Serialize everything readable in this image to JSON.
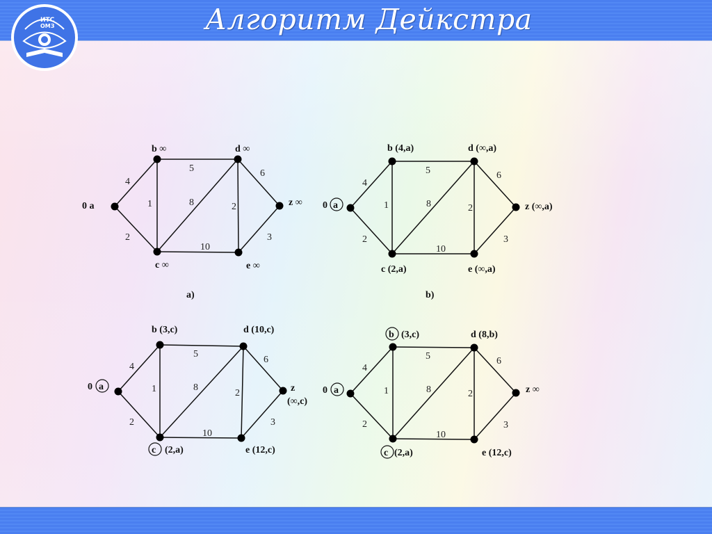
{
  "header": {
    "title": "Алгоритм Дейкстра",
    "logo_text_line1": "ИТС",
    "logo_text_line2": "ОМЗ"
  },
  "colors": {
    "header_blue": "#4a7ff0",
    "edge": "#111111",
    "node": "#000000"
  },
  "edges": [
    {
      "from": "a",
      "to": "b",
      "w": "4"
    },
    {
      "from": "a",
      "to": "c",
      "w": "2"
    },
    {
      "from": "b",
      "to": "c",
      "w": "1"
    },
    {
      "from": "b",
      "to": "d",
      "w": "5"
    },
    {
      "from": "c",
      "to": "d",
      "w": "8"
    },
    {
      "from": "c",
      "to": "e",
      "w": "10"
    },
    {
      "from": "d",
      "to": "e",
      "w": "2"
    },
    {
      "from": "d",
      "to": "z",
      "w": "6"
    },
    {
      "from": "e",
      "to": "z",
      "w": "3"
    }
  ],
  "graphs": [
    {
      "caption": "a)",
      "labels": {
        "a": "0  a",
        "b": "b  ∞",
        "c": "c ∞",
        "d": "d  ∞",
        "e": "e ∞",
        "z": "z ∞"
      },
      "circled": []
    },
    {
      "caption": "b)",
      "labels": {
        "a_prefix": "0",
        "a": "a",
        "b": "b (4,a)",
        "c": "c (2,a)",
        "d": "d (∞,a)",
        "e": "e (∞,a)",
        "z": "z (∞,a)"
      },
      "circled": [
        "a"
      ]
    },
    {
      "caption": "",
      "labels": {
        "a_prefix": "0",
        "a": "a",
        "b": "b (3,c)",
        "c": "c",
        "c_value": "(2,a)",
        "d": "d (10,c)",
        "e": "e (12,c)",
        "z": "z",
        "z_value": "(∞,c)"
      },
      "circled": [
        "a",
        "c"
      ]
    },
    {
      "caption": "",
      "labels": {
        "a_prefix": "0",
        "a": "a",
        "b": "b",
        "b_value": "(3,c)",
        "c": "c",
        "c_value": "(2,a)",
        "d": "d (8,b)",
        "e": "e (12,c)",
        "z": "z ∞"
      },
      "circled": [
        "a",
        "b",
        "c"
      ]
    }
  ]
}
